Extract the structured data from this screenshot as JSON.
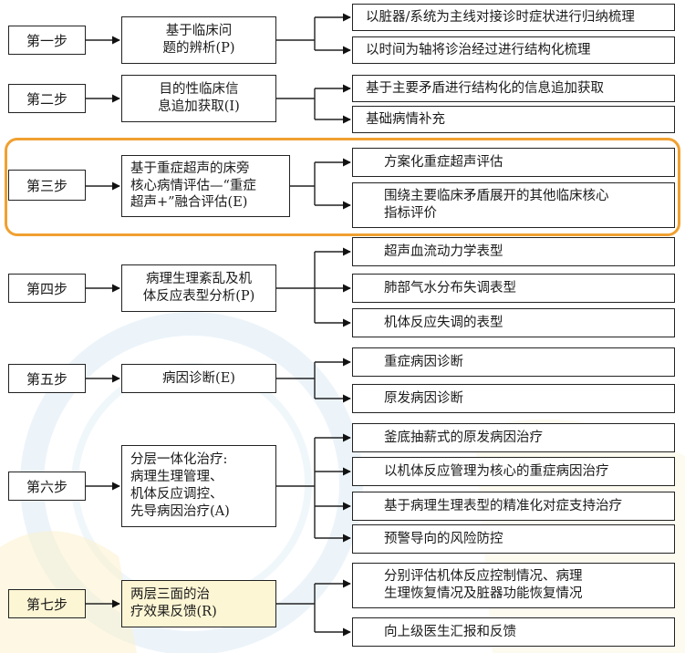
{
  "steps": [
    {
      "label": "第一步",
      "process": "基于临床问\n题的辨析(P)",
      "outcomes": [
        "以脏器/系统为主线对接诊时症状进行归纳梳理",
        "以时间为轴将诊治经过进行结构化梳理"
      ]
    },
    {
      "label": "第二步",
      "process": "目的性临床信\n息追加获取(I)",
      "outcomes": [
        "基于主要矛盾进行结构化的信息追加获取",
        "基础病情补充"
      ]
    },
    {
      "label": "第三步",
      "process": "基于重症超声的床旁\n核心病情评估—“重症\n超声+”融合评估(E)",
      "outcomes": [
        "方案化重症超声评估",
        "围绕主要临床矛盾展开的其他临床核心\n指标评价"
      ]
    },
    {
      "label": "第四步",
      "process": "病理生理紊乱及机\n体反应表型分析(P)",
      "outcomes": [
        "超声血流动力学表型",
        "肺部气水分布失调表型",
        "机体反应失调的表型"
      ]
    },
    {
      "label": "第五步",
      "process": "病因诊断(E)",
      "outcomes": [
        "重症病因诊断",
        "原发病因诊断"
      ]
    },
    {
      "label": "第六步",
      "process": "分层一体化治疗:\n病理生理管理、\n机体反应调控、\n先导病因治疗(A)",
      "outcomes": [
        "釜底抽薪式的原发病因治疗",
        "以机体反应管理为核心的重症病因治疗",
        "基于病理生理表型的精准化对症支持治疗",
        "预警导向的风险防控"
      ]
    },
    {
      "label": "第七步",
      "process": "两层三面的治\n疗效果反馈(R)",
      "outcomes": [
        "分别评估机体反应控制情况、病理\n生理恢复情况及脏器功能恢复情况",
        "向上级医生汇报和反馈"
      ]
    }
  ],
  "highlight_color": "#f0a030",
  "step7_fill": "#fdf6d4"
}
